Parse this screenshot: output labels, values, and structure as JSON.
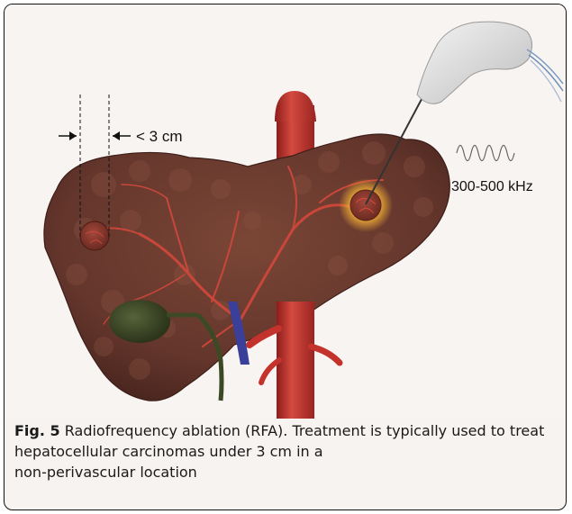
{
  "figure": {
    "size_label": "< 3 cm",
    "frequency_label": "300-500 kHz",
    "caption": {
      "label": "Fig. 5",
      "text": "Radiofrequency ablation (RFA). Treatment is typically used to treat hepatocellular carcinomas under 3 cm in a",
      "text_line3": "non-perivascular location"
    }
  },
  "colors": {
    "liver": "#6b3a30",
    "vessel": "#c4322c",
    "portal_vein": "#3a3f9a",
    "gallbladder": "#3d4a25",
    "ablation_glow": "#f0b030"
  }
}
